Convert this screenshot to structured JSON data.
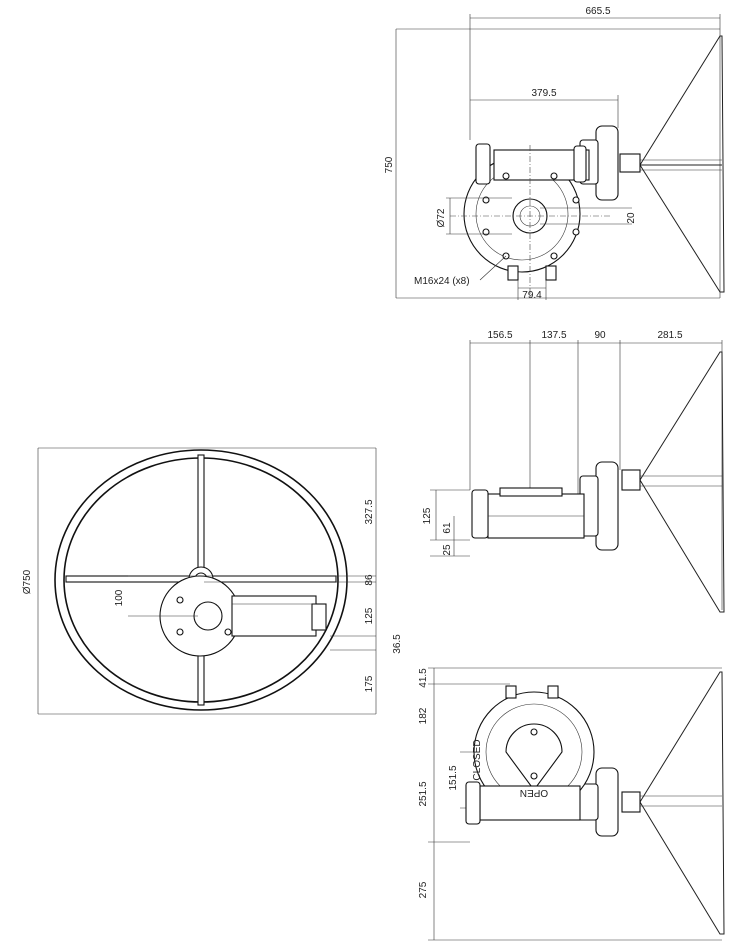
{
  "dimensions": {
    "top_width": "665.5",
    "top_handwheel_offset": "379.5",
    "top_height": "750",
    "bore_dia": "Ø72",
    "keyway_width": "20",
    "bolt_spec": "M16x24 (x8)",
    "bolt_pcd": "79.4",
    "mid_a": "156.5",
    "mid_b": "137.5",
    "mid_c": "90",
    "mid_d": "281.5",
    "mid_h1": "125",
    "mid_h2": "61",
    "mid_h3": "25",
    "left_dia": "Ø750",
    "left_327": "327.5",
    "left_86": "86",
    "left_125": "125",
    "left_36": "36.5",
    "left_175": "175",
    "left_100": "100",
    "bot_41": "41.5",
    "bot_182": "182",
    "bot_151": "151.5",
    "bot_251": "251.5",
    "bot_275": "275"
  },
  "labels": {
    "closed": "CLOSED",
    "open": "OPEN"
  }
}
